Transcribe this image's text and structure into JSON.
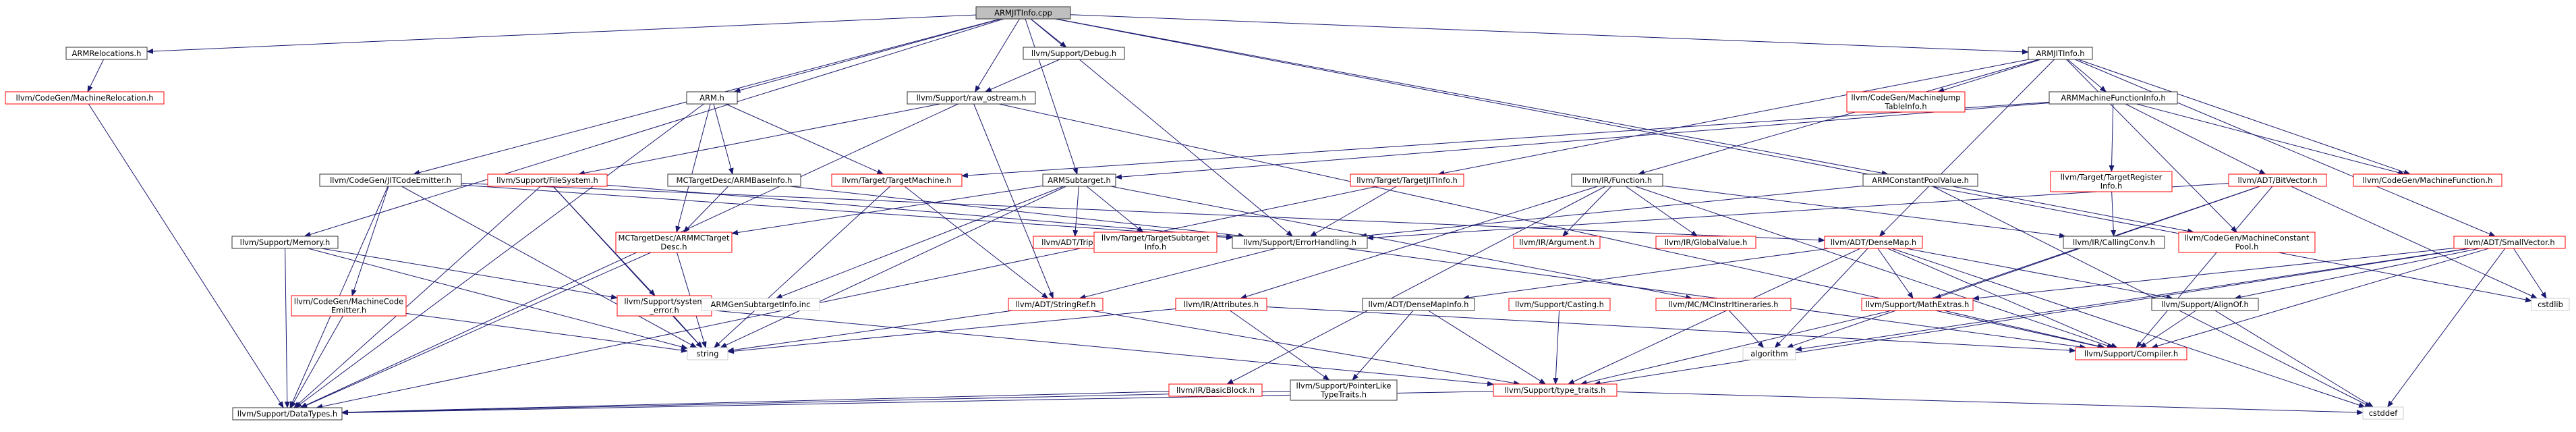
{
  "colors": {
    "edge": "#191970",
    "border_normal": "#333333",
    "border_missing": "#ff0000",
    "root_fill": "#bfbfbf",
    "node_fill": "#ffffff",
    "text": "#000000"
  },
  "nodes": {
    "root": {
      "lines": [
        "ARMJITInfo.cpp"
      ],
      "style": "root"
    },
    "armrelocations": {
      "lines": [
        "ARMRelocations.h"
      ],
      "style": "normal"
    },
    "codegen_machinerelocation": {
      "lines": [
        "llvm/CodeGen/MachineRelocation.h"
      ],
      "style": "missing"
    },
    "arm_h": {
      "lines": [
        "ARM.h"
      ],
      "style": "normal"
    },
    "support_debug": {
      "lines": [
        "llvm/Support/Debug.h"
      ],
      "style": "normal"
    },
    "support_raw_ostream": {
      "lines": [
        "llvm/Support/raw_ostream.h"
      ],
      "style": "normal"
    },
    "armjitinfo_h": {
      "lines": [
        "ARMJITInfo.h"
      ],
      "style": "normal"
    },
    "codegen_machinejumptableinfo": {
      "lines": [
        "llvm/CodeGen/MachineJump",
        "TableInfo.h"
      ],
      "style": "missing"
    },
    "armmachinefunctioninfo": {
      "lines": [
        "ARMMachineFunctionInfo.h"
      ],
      "style": "normal"
    },
    "codegen_jitcodeemitter": {
      "lines": [
        "llvm/CodeGen/JITCodeEmitter.h"
      ],
      "style": "normal"
    },
    "support_filesystem": {
      "lines": [
        "llvm/Support/FileSystem.h"
      ],
      "style": "missing"
    },
    "mctargetdesc_armbaseinfo": {
      "lines": [
        "MCTargetDesc/ARMBaseInfo.h"
      ],
      "style": "normal"
    },
    "target_targetmachine": {
      "lines": [
        "llvm/Target/TargetMachine.h"
      ],
      "style": "missing"
    },
    "armsubtarget": {
      "lines": [
        "ARMSubtarget.h"
      ],
      "style": "normal"
    },
    "target_targetjitinfo": {
      "lines": [
        "llvm/Target/TargetJITInfo.h"
      ],
      "style": "missing"
    },
    "ir_function": {
      "lines": [
        "llvm/IR/Function.h"
      ],
      "style": "normal"
    },
    "armconstantpoolvalue": {
      "lines": [
        "ARMConstantPoolValue.h"
      ],
      "style": "normal"
    },
    "target_targetregisterinfo": {
      "lines": [
        "llvm/Target/TargetRegister",
        "Info.h"
      ],
      "style": "missing"
    },
    "adt_bitvector": {
      "lines": [
        "llvm/ADT/BitVector.h"
      ],
      "style": "missing"
    },
    "codegen_machinefunction": {
      "lines": [
        "llvm/CodeGen/MachineFunction.h"
      ],
      "style": "missing"
    },
    "support_memory": {
      "lines": [
        "llvm/Support/Memory.h"
      ],
      "style": "normal"
    },
    "mctargetdesc_armmctargetdesc": {
      "lines": [
        "MCTargetDesc/ARMMCTarget",
        "Desc.h"
      ],
      "style": "missing"
    },
    "adt_triple": {
      "lines": [
        "llvm/ADT/Triple.h"
      ],
      "style": "missing"
    },
    "target_targetsubtargetinfo": {
      "lines": [
        "llvm/Target/TargetSubtarget",
        "Info.h"
      ],
      "style": "missing"
    },
    "support_errorhandling": {
      "lines": [
        "llvm/Support/ErrorHandling.h"
      ],
      "style": "normal"
    },
    "ir_argument": {
      "lines": [
        "llvm/IR/Argument.h"
      ],
      "style": "missing"
    },
    "ir_globalvalue": {
      "lines": [
        "llvm/IR/GlobalValue.h"
      ],
      "style": "missing"
    },
    "adt_densemap": {
      "lines": [
        "llvm/ADT/DenseMap.h"
      ],
      "style": "missing"
    },
    "ir_callingconv": {
      "lines": [
        "llvm/IR/CallingConv.h"
      ],
      "style": "normal"
    },
    "codegen_machineconstantpool": {
      "lines": [
        "llvm/CodeGen/MachineConstant",
        "Pool.h"
      ],
      "style": "missing"
    },
    "adt_smallvector": {
      "lines": [
        "llvm/ADT/SmallVector.h"
      ],
      "style": "missing"
    },
    "codegen_machinecodeemitter": {
      "lines": [
        "llvm/CodeGen/MachineCode",
        "Emitter.h"
      ],
      "style": "missing"
    },
    "support_system_error": {
      "lines": [
        "llvm/Support/system",
        "_error.h"
      ],
      "style": "missing"
    },
    "armgensubtargetinfo": {
      "lines": [
        "ARMGenSubtargetInfo.inc"
      ],
      "style": "plain"
    },
    "adt_stringref": {
      "lines": [
        "llvm/ADT/StringRef.h"
      ],
      "style": "missing"
    },
    "ir_attributes": {
      "lines": [
        "llvm/IR/Attributes.h"
      ],
      "style": "missing"
    },
    "adt_densemapinfo": {
      "lines": [
        "llvm/ADT/DenseMapInfo.h"
      ],
      "style": "normal"
    },
    "support_casting": {
      "lines": [
        "llvm/Support/Casting.h"
      ],
      "style": "missing"
    },
    "mc_mcinstritineraries": {
      "lines": [
        "llvm/MC/MCInstrItineraries.h"
      ],
      "style": "missing"
    },
    "support_mathextras": {
      "lines": [
        "llvm/Support/MathExtras.h"
      ],
      "style": "missing"
    },
    "support_alignof": {
      "lines": [
        "llvm/Support/AlignOf.h"
      ],
      "style": "normal"
    },
    "cstdlib": {
      "lines": [
        "cstdlib"
      ],
      "style": "plain"
    },
    "string": {
      "lines": [
        "string"
      ],
      "style": "plain"
    },
    "ir_basicblock": {
      "lines": [
        "llvm/IR/BasicBlock.h"
      ],
      "style": "missing"
    },
    "support_pointerlikeypetraits": {
      "lines": [
        "llvm/Support/PointerLike",
        "TypeTraits.h"
      ],
      "style": "normal"
    },
    "support_type_traits": {
      "lines": [
        "llvm/Support/type_traits.h"
      ],
      "style": "missing"
    },
    "algorithm": {
      "lines": [
        "algorithm"
      ],
      "style": "plain"
    },
    "support_compiler": {
      "lines": [
        "llvm/Support/Compiler.h"
      ],
      "style": "missing"
    },
    "support_datatypes": {
      "lines": [
        "llvm/Support/DataTypes.h"
      ],
      "style": "normal"
    },
    "cstddef": {
      "lines": [
        "cstddef"
      ],
      "style": "plain"
    }
  },
  "edges": [
    [
      "root",
      "armrelocations"
    ],
    [
      "root",
      "arm_h"
    ],
    [
      "root",
      "support_debug"
    ],
    [
      "root",
      "support_raw_ostream"
    ],
    [
      "root",
      "armjitinfo_h"
    ],
    [
      "root",
      "codegen_jitcodeemitter"
    ],
    [
      "root",
      "support_memory"
    ],
    [
      "root",
      "armsubtarget"
    ],
    [
      "root",
      "support_errorhandling"
    ],
    [
      "root",
      "armconstantpoolvalue"
    ],
    [
      "root",
      "cstdlib"
    ],
    [
      "armrelocations",
      "codegen_machinerelocation"
    ],
    [
      "codegen_machinerelocation",
      "support_datatypes"
    ],
    [
      "support_debug",
      "support_raw_ostream"
    ],
    [
      "support_raw_ostream",
      "support_filesystem"
    ],
    [
      "support_raw_ostream",
      "support_datatypes"
    ],
    [
      "support_raw_ostream",
      "adt_stringref"
    ],
    [
      "support_raw_ostream",
      "support_compiler"
    ],
    [
      "arm_h",
      "mctargetdesc_armbaseinfo"
    ],
    [
      "arm_h",
      "target_targetmachine"
    ],
    [
      "arm_h",
      "mctargetdesc_armmctargetdesc"
    ],
    [
      "arm_h",
      "support_datatypes"
    ],
    [
      "armjitinfo_h",
      "codegen_machinejumptableinfo"
    ],
    [
      "armjitinfo_h",
      "armmachinefunctioninfo"
    ],
    [
      "armjitinfo_h",
      "target_targetjitinfo"
    ],
    [
      "armjitinfo_h",
      "adt_densemap"
    ],
    [
      "armjitinfo_h",
      "codegen_machinefunction"
    ],
    [
      "armjitinfo_h",
      "codegen_machineconstantpool"
    ],
    [
      "armjitinfo_h",
      "adt_smallvector"
    ],
    [
      "armjitinfo_h",
      "ir_function"
    ],
    [
      "armmachinefunctioninfo",
      "armsubtarget"
    ],
    [
      "armmachinefunctioninfo",
      "target_targetregisterinfo"
    ],
    [
      "armmachinefunctioninfo",
      "adt_bitvector"
    ],
    [
      "armmachinefunctioninfo",
      "codegen_machinefunction"
    ],
    [
      "armmachinefunctioninfo",
      "target_targetmachine"
    ],
    [
      "codegen_jitcodeemitter",
      "codegen_machinecodeemitter"
    ],
    [
      "codegen_jitcodeemitter",
      "support_errorhandling"
    ],
    [
      "codegen_jitcodeemitter",
      "adt_densemap"
    ],
    [
      "codegen_jitcodeemitter",
      "string"
    ],
    [
      "codegen_jitcodeemitter",
      "support_datatypes"
    ],
    [
      "support_filesystem",
      "support_system_error"
    ],
    [
      "support_filesystem",
      "support_datatypes"
    ],
    [
      "support_filesystem",
      "string"
    ],
    [
      "support_filesystem",
      "support_errorhandling"
    ],
    [
      "mctargetdesc_armbaseinfo",
      "mctargetdesc_armmctargetdesc"
    ],
    [
      "mctargetdesc_armbaseinfo",
      "support_errorhandling"
    ],
    [
      "target_targetmachine",
      "adt_stringref"
    ],
    [
      "target_targetmachine",
      "string"
    ],
    [
      "armsubtarget",
      "mctargetdesc_armmctargetdesc"
    ],
    [
      "armsubtarget",
      "adt_triple"
    ],
    [
      "armsubtarget",
      "target_targetsubtargetinfo"
    ],
    [
      "armsubtarget",
      "armgensubtargetinfo"
    ],
    [
      "armsubtarget",
      "mc_mcinstritineraries"
    ],
    [
      "armsubtarget",
      "string"
    ],
    [
      "target_targetjitinfo",
      "support_errorhandling"
    ],
    [
      "target_targetjitinfo",
      "support_datatypes"
    ],
    [
      "ir_function",
      "ir_argument"
    ],
    [
      "ir_function",
      "ir_globalvalue"
    ],
    [
      "ir_function",
      "ir_attributes"
    ],
    [
      "ir_function",
      "ir_basicblock"
    ],
    [
      "ir_function",
      "ir_callingconv"
    ],
    [
      "ir_function",
      "support_compiler"
    ],
    [
      "armconstantpoolvalue",
      "support_errorhandling"
    ],
    [
      "armconstantpoolvalue",
      "codegen_machineconstantpool"
    ],
    [
      "armconstantpoolvalue",
      "cstddef"
    ],
    [
      "target_targetregisterinfo",
      "ir_callingconv"
    ],
    [
      "adt_bitvector",
      "support_errorhandling"
    ],
    [
      "adt_bitvector",
      "support_mathextras"
    ],
    [
      "adt_bitvector",
      "algorithm"
    ],
    [
      "adt_bitvector",
      "cstdlib"
    ],
    [
      "adt_bitvector",
      "support_compiler"
    ],
    [
      "support_memory",
      "support_datatypes"
    ],
    [
      "support_memory",
      "support_system_error"
    ],
    [
      "support_memory",
      "string"
    ],
    [
      "mctargetdesc_armmctargetdesc",
      "support_datatypes"
    ],
    [
      "mctargetdesc_armmctargetdesc",
      "string"
    ],
    [
      "support_errorhandling",
      "adt_stringref"
    ],
    [
      "support_errorhandling",
      "support_compiler"
    ],
    [
      "adt_densemap",
      "adt_densemapinfo"
    ],
    [
      "adt_densemap",
      "support_mathextras"
    ],
    [
      "adt_densemap",
      "support_alignof"
    ],
    [
      "adt_densemap",
      "support_type_traits"
    ],
    [
      "adt_densemap",
      "algorithm"
    ],
    [
      "adt_densemap",
      "cstddef"
    ],
    [
      "adt_densemap",
      "support_compiler"
    ],
    [
      "adt_smallvector",
      "support_alignof"
    ],
    [
      "adt_smallvector",
      "support_mathextras"
    ],
    [
      "adt_smallvector",
      "support_type_traits"
    ],
    [
      "adt_smallvector",
      "algorithm"
    ],
    [
      "adt_smallvector",
      "cstdlib"
    ],
    [
      "adt_smallvector",
      "cstddef"
    ],
    [
      "adt_smallvector",
      "support_compiler"
    ],
    [
      "codegen_machinecodeemitter",
      "support_datatypes"
    ],
    [
      "codegen_machinecodeemitter",
      "string"
    ],
    [
      "support_system_error",
      "string"
    ],
    [
      "support_system_error",
      "support_type_traits"
    ],
    [
      "adt_stringref",
      "support_type_traits"
    ],
    [
      "adt_stringref",
      "string"
    ],
    [
      "ir_attributes",
      "support_pointerlikeypetraits"
    ],
    [
      "ir_attributes",
      "string"
    ],
    [
      "ir_attributes",
      "support_compiler"
    ],
    [
      "adt_densemapinfo",
      "support_pointerlikeypetraits"
    ],
    [
      "adt_densemapinfo",
      "support_type_traits"
    ],
    [
      "support_casting",
      "support_type_traits"
    ],
    [
      "mc_mcinstritineraries",
      "algorithm"
    ],
    [
      "support_mathextras",
      "support_compiler"
    ],
    [
      "support_mathextras",
      "support_type_traits"
    ],
    [
      "support_alignof",
      "support_compiler"
    ],
    [
      "support_alignof",
      "cstddef"
    ],
    [
      "ir_basicblock",
      "support_datatypes"
    ],
    [
      "support_pointerlikeypetraits",
      "support_datatypes"
    ],
    [
      "support_type_traits",
      "support_datatypes"
    ],
    [
      "support_type_traits",
      "cstddef"
    ]
  ]
}
